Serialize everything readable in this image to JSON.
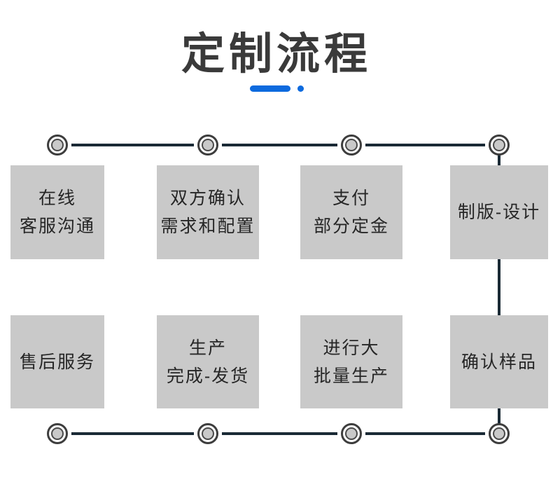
{
  "title": "定制流程",
  "colors": {
    "accent_blue": "#0d6ade",
    "box_gray": "#c9c9c9",
    "connector_dark": "#1a2a35",
    "title_gray": "#3a3a3a"
  },
  "steps": [
    {
      "lines": [
        "在线",
        "客服沟通"
      ]
    },
    {
      "lines": [
        "双方确认",
        "需求和配置"
      ]
    },
    {
      "lines": [
        "支付",
        "部分定金"
      ]
    },
    {
      "lines": [
        "制版-设计"
      ]
    },
    {
      "lines": [
        "售后服务"
      ]
    },
    {
      "lines": [
        "生产",
        "完成-发货"
      ]
    },
    {
      "lines": [
        "进行大",
        "批量生产"
      ]
    },
    {
      "lines": [
        "确认样品"
      ]
    }
  ]
}
